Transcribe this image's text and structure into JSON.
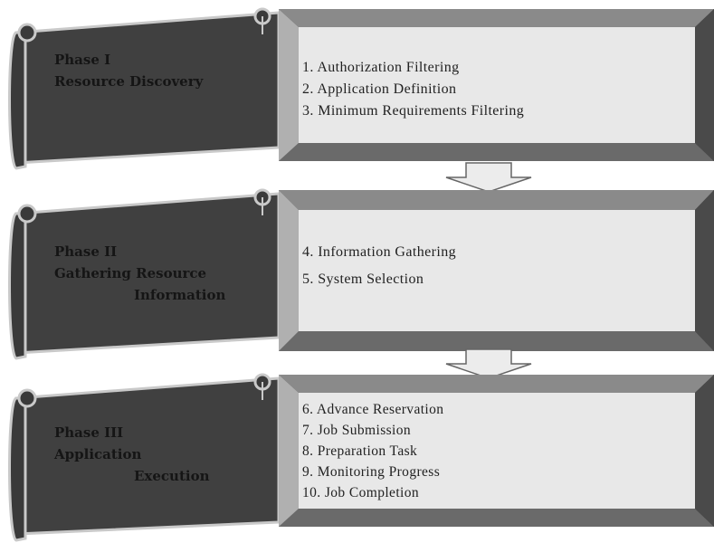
{
  "phases": [
    {
      "label_lines": [
        "Phase I",
        "Resource Discovery"
      ],
      "steps": [
        "1. Authorization  Filtering",
        "2. Application  Definition",
        "3. Minimum  Requirements  Filtering"
      ]
    },
    {
      "label_lines": [
        "Phase II",
        "Gathering Resource",
        "Information"
      ],
      "steps": [
        "4. Information  Gathering",
        "5. System  Selection"
      ]
    },
    {
      "label_lines": [
        "Phase III",
        "Application",
        "Execution"
      ],
      "steps": [
        "6. Advance Reservation",
        "7. Job Submission",
        "8. Preparation Task",
        "9. Monitoring  Progress",
        "10. Job Completion"
      ]
    }
  ]
}
